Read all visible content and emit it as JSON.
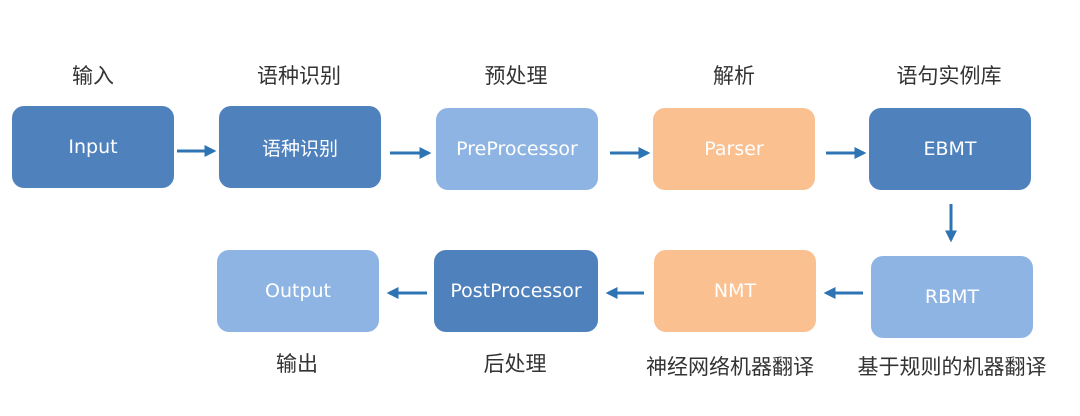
{
  "colors": {
    "dark_blue": "#4f81bd",
    "light_blue": "#8eb4e3",
    "peach": "#fac090",
    "arrow": "#2e74b5",
    "label_text": "#333333"
  },
  "stages": {
    "input": {
      "label": "输入",
      "box": "Input"
    },
    "langid": {
      "label": "语种识别",
      "box": "语种识别"
    },
    "pre": {
      "label": "预处理",
      "box": "PreProcessor"
    },
    "parser": {
      "label": "解析",
      "box": "Parser"
    },
    "ebmt": {
      "label": "语句实例库",
      "box": "EBMT"
    },
    "rbmt": {
      "label": "基于规则的机器翻译",
      "box": "RBMT"
    },
    "nmt": {
      "label": "神经网络机器翻译",
      "box": "NMT"
    },
    "post": {
      "label": "后处理",
      "box": "PostProcessor"
    },
    "output": {
      "label": "输出",
      "box": "Output"
    }
  }
}
